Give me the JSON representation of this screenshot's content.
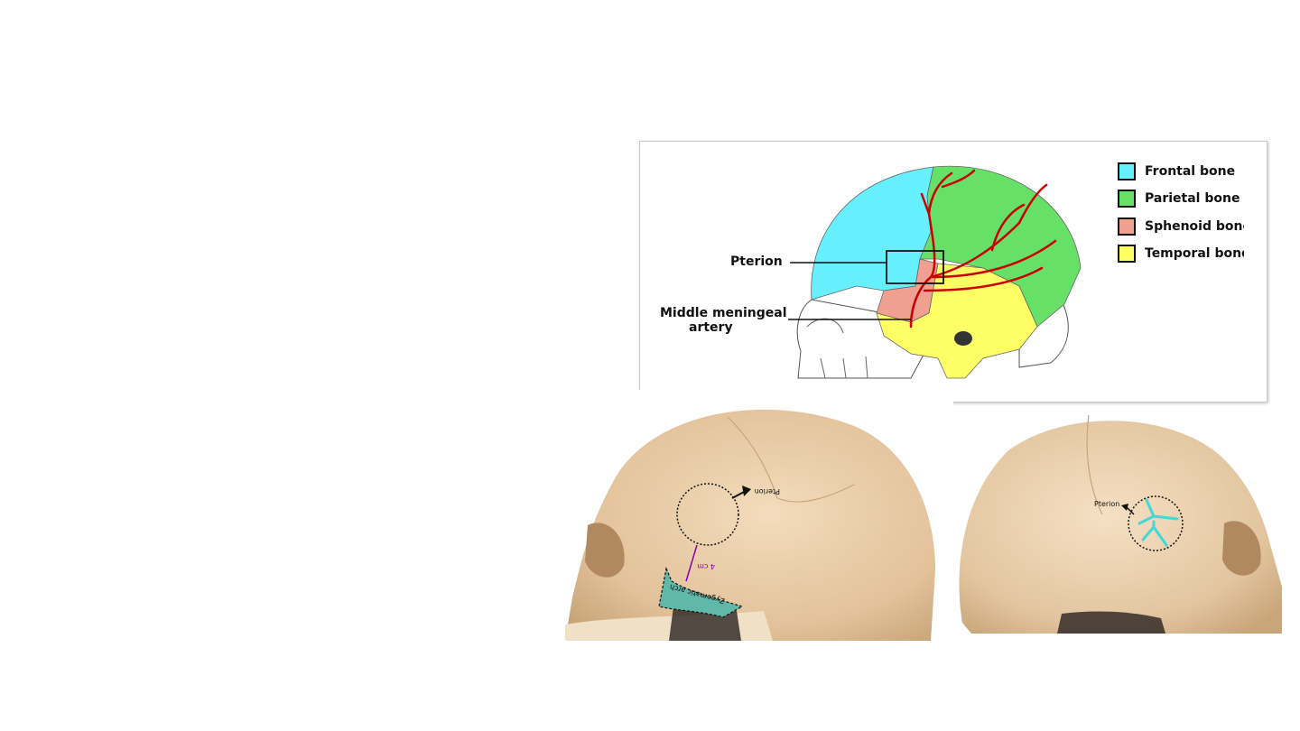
{
  "diagram": {
    "labels": {
      "pterion": "Pterion",
      "artery_line1": "Middle meningeal",
      "artery_line2": "artery"
    },
    "legend": [
      {
        "label": "Frontal bone",
        "color": "#66f0ff"
      },
      {
        "label": "Parietal bone",
        "color": "#66e066"
      },
      {
        "label": "Sphenoid bone",
        "color": "#f0a090"
      },
      {
        "label": "Temporal bone",
        "color": "#ffff66"
      }
    ],
    "artery_color": "#cc0000"
  },
  "photo_left": {
    "pterion_label": "Pterion",
    "distance_label": "4 cm",
    "arch_label": "Zygomatic arch"
  },
  "photo_right": {
    "pterion_label": "Pterion"
  }
}
